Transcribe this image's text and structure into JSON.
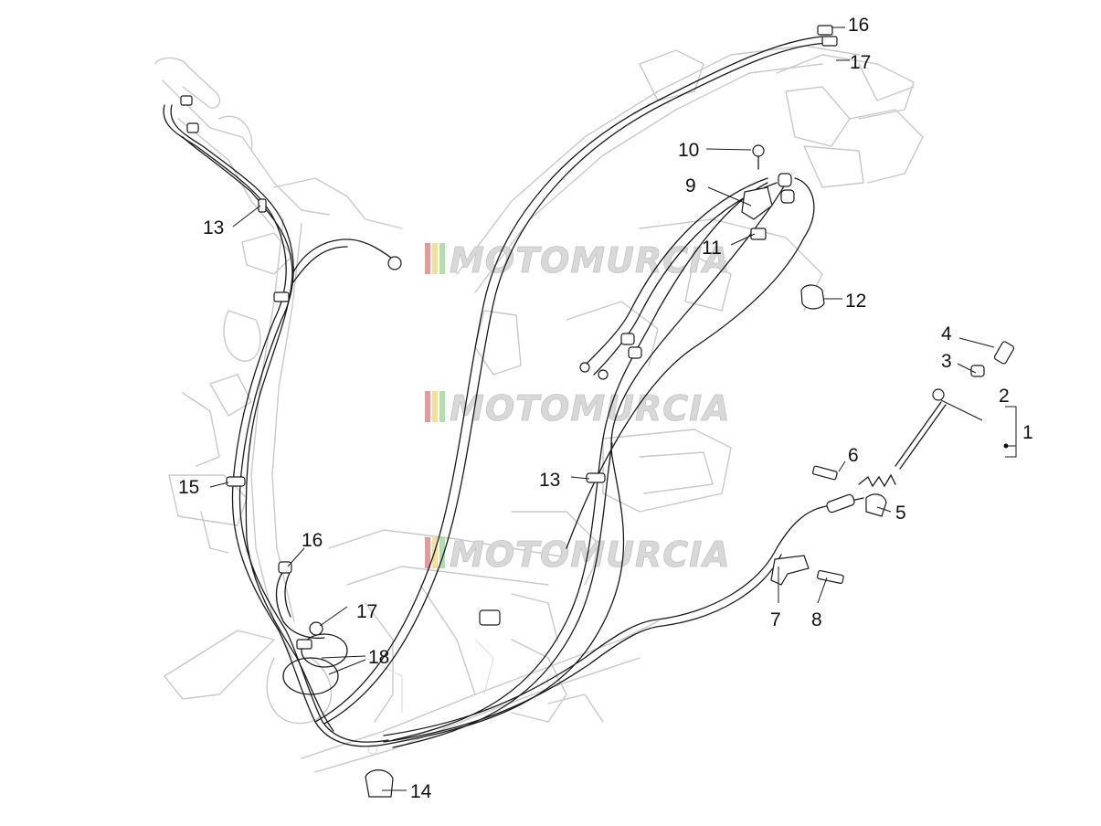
{
  "watermark": {
    "text": "MOTOMURCIA",
    "colors": [
      "#e36b6b",
      "#f2d36b",
      "#8fd08f",
      "#cccccc"
    ]
  },
  "callouts": [
    {
      "id": "1",
      "label": "1"
    },
    {
      "id": "2",
      "label": "2"
    },
    {
      "id": "3",
      "label": "3"
    },
    {
      "id": "4",
      "label": "4"
    },
    {
      "id": "5",
      "label": "5"
    },
    {
      "id": "6",
      "label": "6"
    },
    {
      "id": "7",
      "label": "7"
    },
    {
      "id": "8",
      "label": "8"
    },
    {
      "id": "9",
      "label": "9"
    },
    {
      "id": "10",
      "label": "10"
    },
    {
      "id": "11",
      "label": "11"
    },
    {
      "id": "12",
      "label": "12"
    },
    {
      "id": "13a",
      "label": "13"
    },
    {
      "id": "13b",
      "label": "13"
    },
    {
      "id": "14",
      "label": "14"
    },
    {
      "id": "15",
      "label": "15"
    },
    {
      "id": "16a",
      "label": "16"
    },
    {
      "id": "16b",
      "label": "16"
    },
    {
      "id": "17a",
      "label": "17"
    },
    {
      "id": "17b",
      "label": "17"
    },
    {
      "id": "18",
      "label": "18"
    }
  ]
}
